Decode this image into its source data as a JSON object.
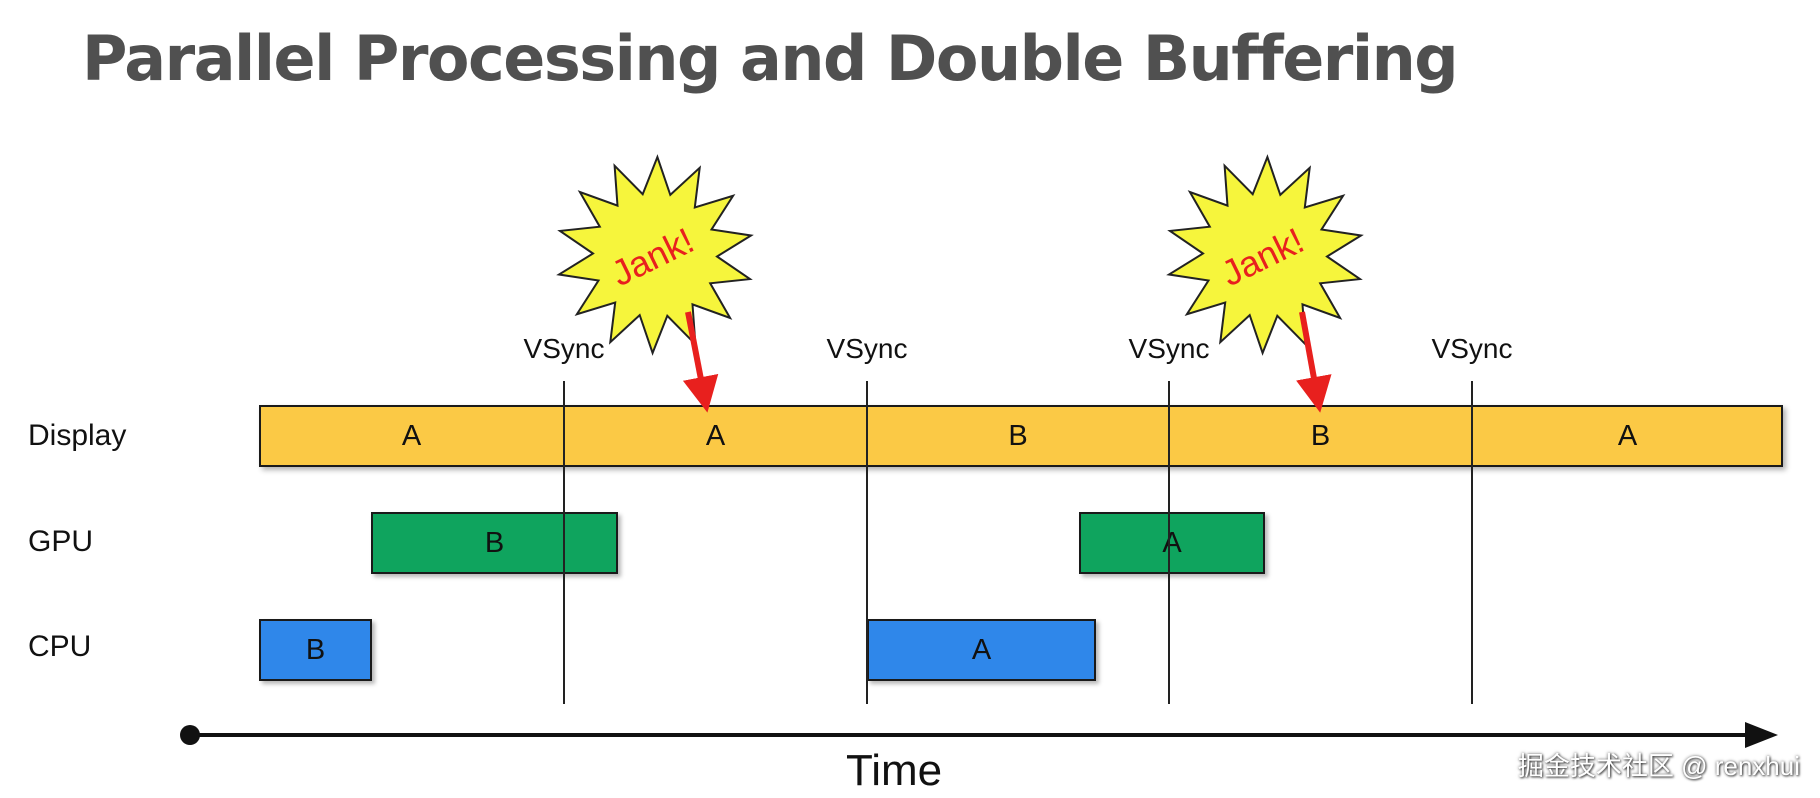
{
  "title": "Parallel Processing and Double Buffering",
  "rows": {
    "display": "Display",
    "gpu": "GPU",
    "cpu": "CPU"
  },
  "vsync": [
    "VSync",
    "VSync",
    "VSync",
    "VSync"
  ],
  "display_frames": [
    "A",
    "A",
    "B",
    "B",
    "A"
  ],
  "gpu_blocks": [
    "B",
    "A"
  ],
  "cpu_blocks": [
    "B",
    "A"
  ],
  "jank": [
    "Jank!",
    "Jank!"
  ],
  "axis": {
    "label": "Time"
  },
  "watermark": "掘金技术社区 @ renxhui",
  "colors": {
    "display": "#fbc945",
    "gpu": "#0fa45e",
    "cpu": "#2f87ea",
    "jank_burst": "#f6f53c",
    "jank_text": "#e8201e",
    "arrow": "#e8201e",
    "title": "#505050"
  }
}
